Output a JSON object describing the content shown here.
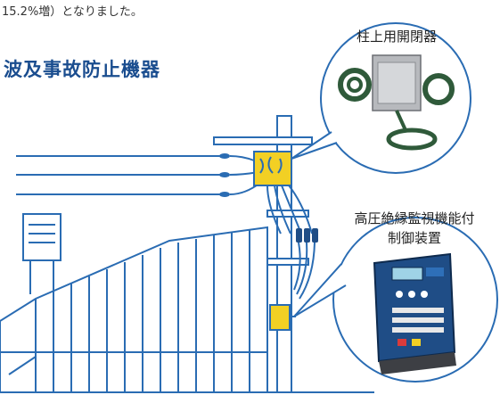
{
  "intro": {
    "text": "15.2%増）となりました。"
  },
  "section": {
    "title": "波及事故防止機器"
  },
  "callouts": {
    "switch_label": "柱上用開閉器",
    "control_label_line1": "高圧絶縁監視機能付",
    "control_label_line2": "制御装置"
  },
  "colors": {
    "line_blue": "#2a6cb3",
    "title_blue": "#1a4d8f",
    "switch_yellow": "#f2d024",
    "panel_blue": "#1f4d86"
  },
  "icons": {
    "pole": "utility-pole-icon",
    "switch": "pole-mounted-switch-icon",
    "building": "building-icon",
    "sign": "sign-board-icon",
    "control_device": "control-device-icon"
  }
}
